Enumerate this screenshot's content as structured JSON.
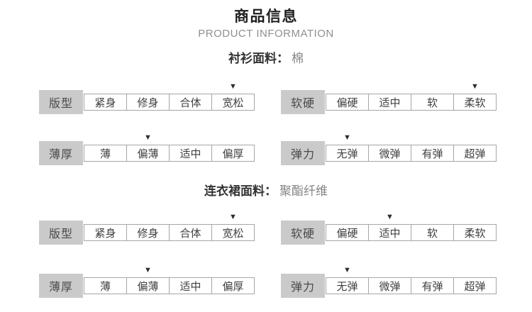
{
  "header": {
    "title": "商品信息",
    "subtitle": "PRODUCT INFORMATION"
  },
  "icons": {
    "selected_marker_glyph": "▼",
    "selected_marker_name": "arrow-down-marker"
  },
  "colors": {
    "label_bg": "#cacaca",
    "cell_border": "#a6a6a6",
    "marker": "#2d2d2d",
    "subtitle_gray": "#8f8f8f",
    "value_gray": "#848484"
  },
  "sections": [
    {
      "fabric_label": "衬衫面料：",
      "fabric_value": "棉",
      "attributes": [
        {
          "label": "版型",
          "options": [
            "紧身",
            "修身",
            "合体",
            "宽松"
          ],
          "selected_index": 3
        },
        {
          "label": "软硬",
          "options": [
            "偏硬",
            "适中",
            "软",
            "柔软"
          ],
          "selected_index": 3
        },
        {
          "label": "薄厚",
          "options": [
            "薄",
            "偏薄",
            "适中",
            "偏厚"
          ],
          "selected_index": 1
        },
        {
          "label": "弹力",
          "options": [
            "无弹",
            "微弹",
            "有弹",
            "超弹"
          ],
          "selected_index": 0
        }
      ]
    },
    {
      "fabric_label": "连衣裙面料：",
      "fabric_value": "聚酯纤维",
      "attributes": [
        {
          "label": "版型",
          "options": [
            "紧身",
            "修身",
            "合体",
            "宽松"
          ],
          "selected_index": 3
        },
        {
          "label": "软硬",
          "options": [
            "偏硬",
            "适中",
            "软",
            "柔软"
          ],
          "selected_index": 1
        },
        {
          "label": "薄厚",
          "options": [
            "薄",
            "偏薄",
            "适中",
            "偏厚"
          ],
          "selected_index": 1
        },
        {
          "label": "弹力",
          "options": [
            "无弹",
            "微弹",
            "有弹",
            "超弹"
          ],
          "selected_index": 0
        }
      ]
    }
  ]
}
